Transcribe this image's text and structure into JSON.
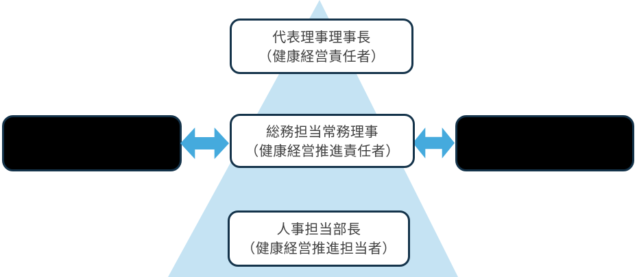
{
  "diagram": {
    "colors": {
      "background": "#ffffff",
      "pyramid": "#c5e3f3",
      "arrow": "#45aadd",
      "box_border": "#14334a",
      "side_box_fill": "#000000",
      "node_fill": "#ffffff",
      "text": "#404040"
    },
    "nodes": {
      "top": {
        "line1": "代表理事理事長",
        "line2": "（健康経営責任者）"
      },
      "middle": {
        "line1": "総務担当常務理事",
        "line2": "（健康経営推進責任者）"
      },
      "bottom": {
        "line1": "人事担当部長",
        "line2": "（健康経営推進担当者）"
      }
    },
    "side_boxes": {
      "left": {
        "label": ""
      },
      "right": {
        "label": ""
      }
    },
    "icons": {
      "left_arrow": "double-headed-arrow",
      "right_arrow": "double-headed-arrow"
    }
  }
}
